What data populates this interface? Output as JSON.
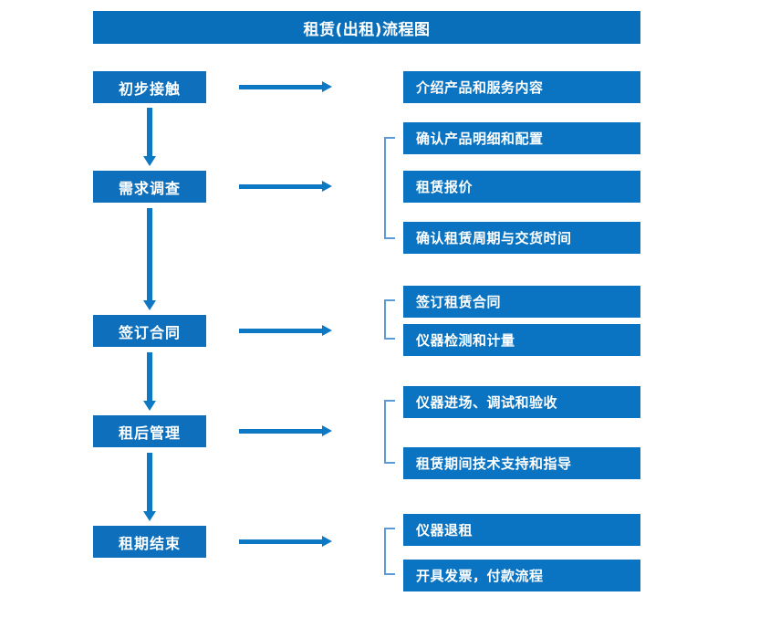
{
  "title": "租赁(出租)流程图",
  "colors": {
    "title_bar": "#0a6fba",
    "stage_box": "#0e70bd",
    "detail_box": "#0a74c2",
    "arrow": "#0d78c3",
    "bracket": "#5b9bd5",
    "text": "#ffffff",
    "background": "#ffffff"
  },
  "stages": [
    {
      "label": "初步接触"
    },
    {
      "label": "需求调查"
    },
    {
      "label": "签订合同"
    },
    {
      "label": "租后管理"
    },
    {
      "label": "租期结束"
    }
  ],
  "detail_groups": [
    {
      "bracketed": false,
      "items": [
        {
          "label": "介绍产品和服务内容"
        }
      ]
    },
    {
      "bracketed": true,
      "items": [
        {
          "label": "确认产品明细和配置"
        },
        {
          "label": "租赁报价"
        },
        {
          "label": "确认租赁周期与交货时间"
        }
      ]
    },
    {
      "bracketed": true,
      "items": [
        {
          "label": "签订租赁合同"
        },
        {
          "label": "仪器检测和计量"
        }
      ]
    },
    {
      "bracketed": true,
      "items": [
        {
          "label": "仪器进场、调试和验收"
        },
        {
          "label": "租赁期间技术支持和指导"
        }
      ]
    },
    {
      "bracketed": true,
      "items": [
        {
          "label": "仪器退租"
        },
        {
          "label": "开具发票，付款流程"
        }
      ]
    }
  ]
}
